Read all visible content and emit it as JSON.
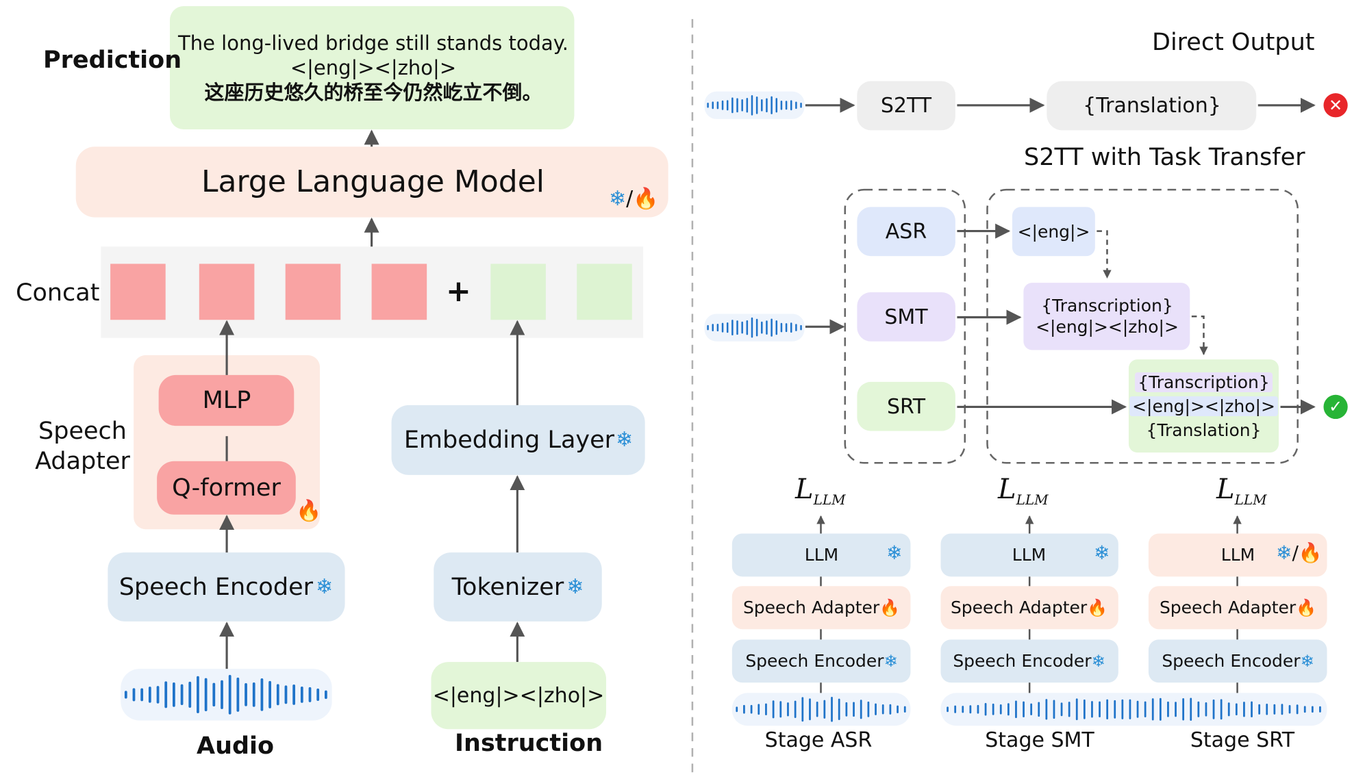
{
  "colors": {
    "green": "#e3f6d8",
    "peach": "#fdeae2",
    "blue": "#dde9f3",
    "gray": "#eeeeee",
    "purple": "#e9e1fa",
    "asr_blue": "#dfe8fb",
    "red_block": "#f9a3a3",
    "green_block": "#ddf3d2",
    "wave": "#1f73c9",
    "arrow": "#555555",
    "cross": "#e8262a",
    "check": "#27b436"
  },
  "icons": {
    "snow": "❄",
    "fire": "🔥",
    "cross": "✕",
    "check": "✓",
    "sep": "/"
  },
  "left": {
    "prediction_label": "Prediction",
    "prediction_lines": [
      "The long-lived bridge still stands today.",
      "<|eng|><|zho|>",
      "这座历史悠久的桥至今仍然屹立不倒。"
    ],
    "llm_label": "Large Language Model",
    "concat_label": "Concat",
    "plus": "+",
    "speech_adapter_label": [
      "Speech",
      "Adapter"
    ],
    "mlp": "MLP",
    "qformer": "Q-former",
    "speech_encoder": "Speech Encoder",
    "embedding_layer": "Embedding Layer",
    "tokenizer": "Tokenizer",
    "instruction_box": "<|eng|><|zho|>",
    "audio_label": "Audio",
    "instruction_label": "Instruction"
  },
  "right": {
    "direct_output": "Direct Output",
    "s2tt": "S2TT",
    "translation": "{Translation}",
    "task_transfer_title": "S2TT with Task Transfer",
    "asr": "ASR",
    "smt": "SMT",
    "srt": "SRT",
    "asr_out": "<|eng|>",
    "smt_out": [
      "{Transcription}",
      "<|eng|><|zho|>"
    ],
    "srt_out": [
      "{Transcription}",
      "<|eng|><|zho|>",
      "{Translation}"
    ],
    "loss_main": "L",
    "loss_sub": "LLM",
    "stage_llm": "LLM",
    "stage_adapter": "Speech Adapter",
    "stage_encoder": "Speech Encoder",
    "stages": [
      "Stage ASR",
      "Stage SMT",
      "Stage SRT"
    ]
  }
}
